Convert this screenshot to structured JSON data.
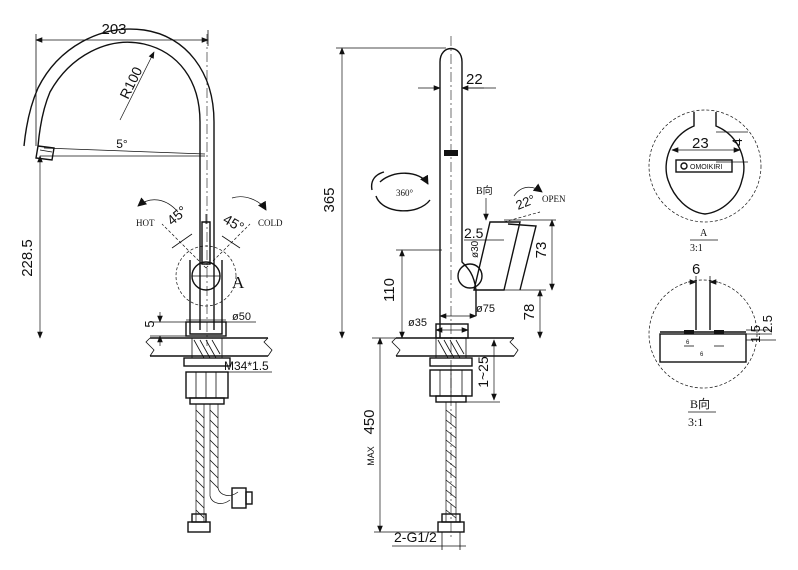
{
  "front_view": {
    "width": "203",
    "radius": "R100",
    "spout_angle": "5°",
    "rotation_left": "45°",
    "rotation_right": "45°",
    "hot": "HOT",
    "cold": "COLD",
    "height": "228.5",
    "base_dia": "ø50",
    "base_height": "5",
    "thread": "M34*1.5",
    "detail_ref": "A"
  },
  "side_view": {
    "spout_dia": "22",
    "swivel": "360°",
    "total_height": "365",
    "view_ref": "B向",
    "open": "OPEN",
    "handle_angle": "22°",
    "handle_offset": "2.5",
    "handle_dia": "ø30",
    "handle_length": "73",
    "body_height": "110",
    "body_dia": "ø75",
    "body_height2": "78",
    "base_dia": "ø35",
    "counter_range": "1~25",
    "max": "MAX",
    "hose_length": "450",
    "hose_thread": "2-G1/2"
  },
  "detail_a": {
    "dia": "23",
    "width": "4",
    "brand": "OMOIKIRI",
    "label": "A",
    "scale": "3:1"
  },
  "detail_b": {
    "width": "6",
    "d1": "1.5",
    "d2": "2.5",
    "small_1": "6",
    "small_2": "6",
    "label": "B向",
    "scale": "3:1"
  }
}
